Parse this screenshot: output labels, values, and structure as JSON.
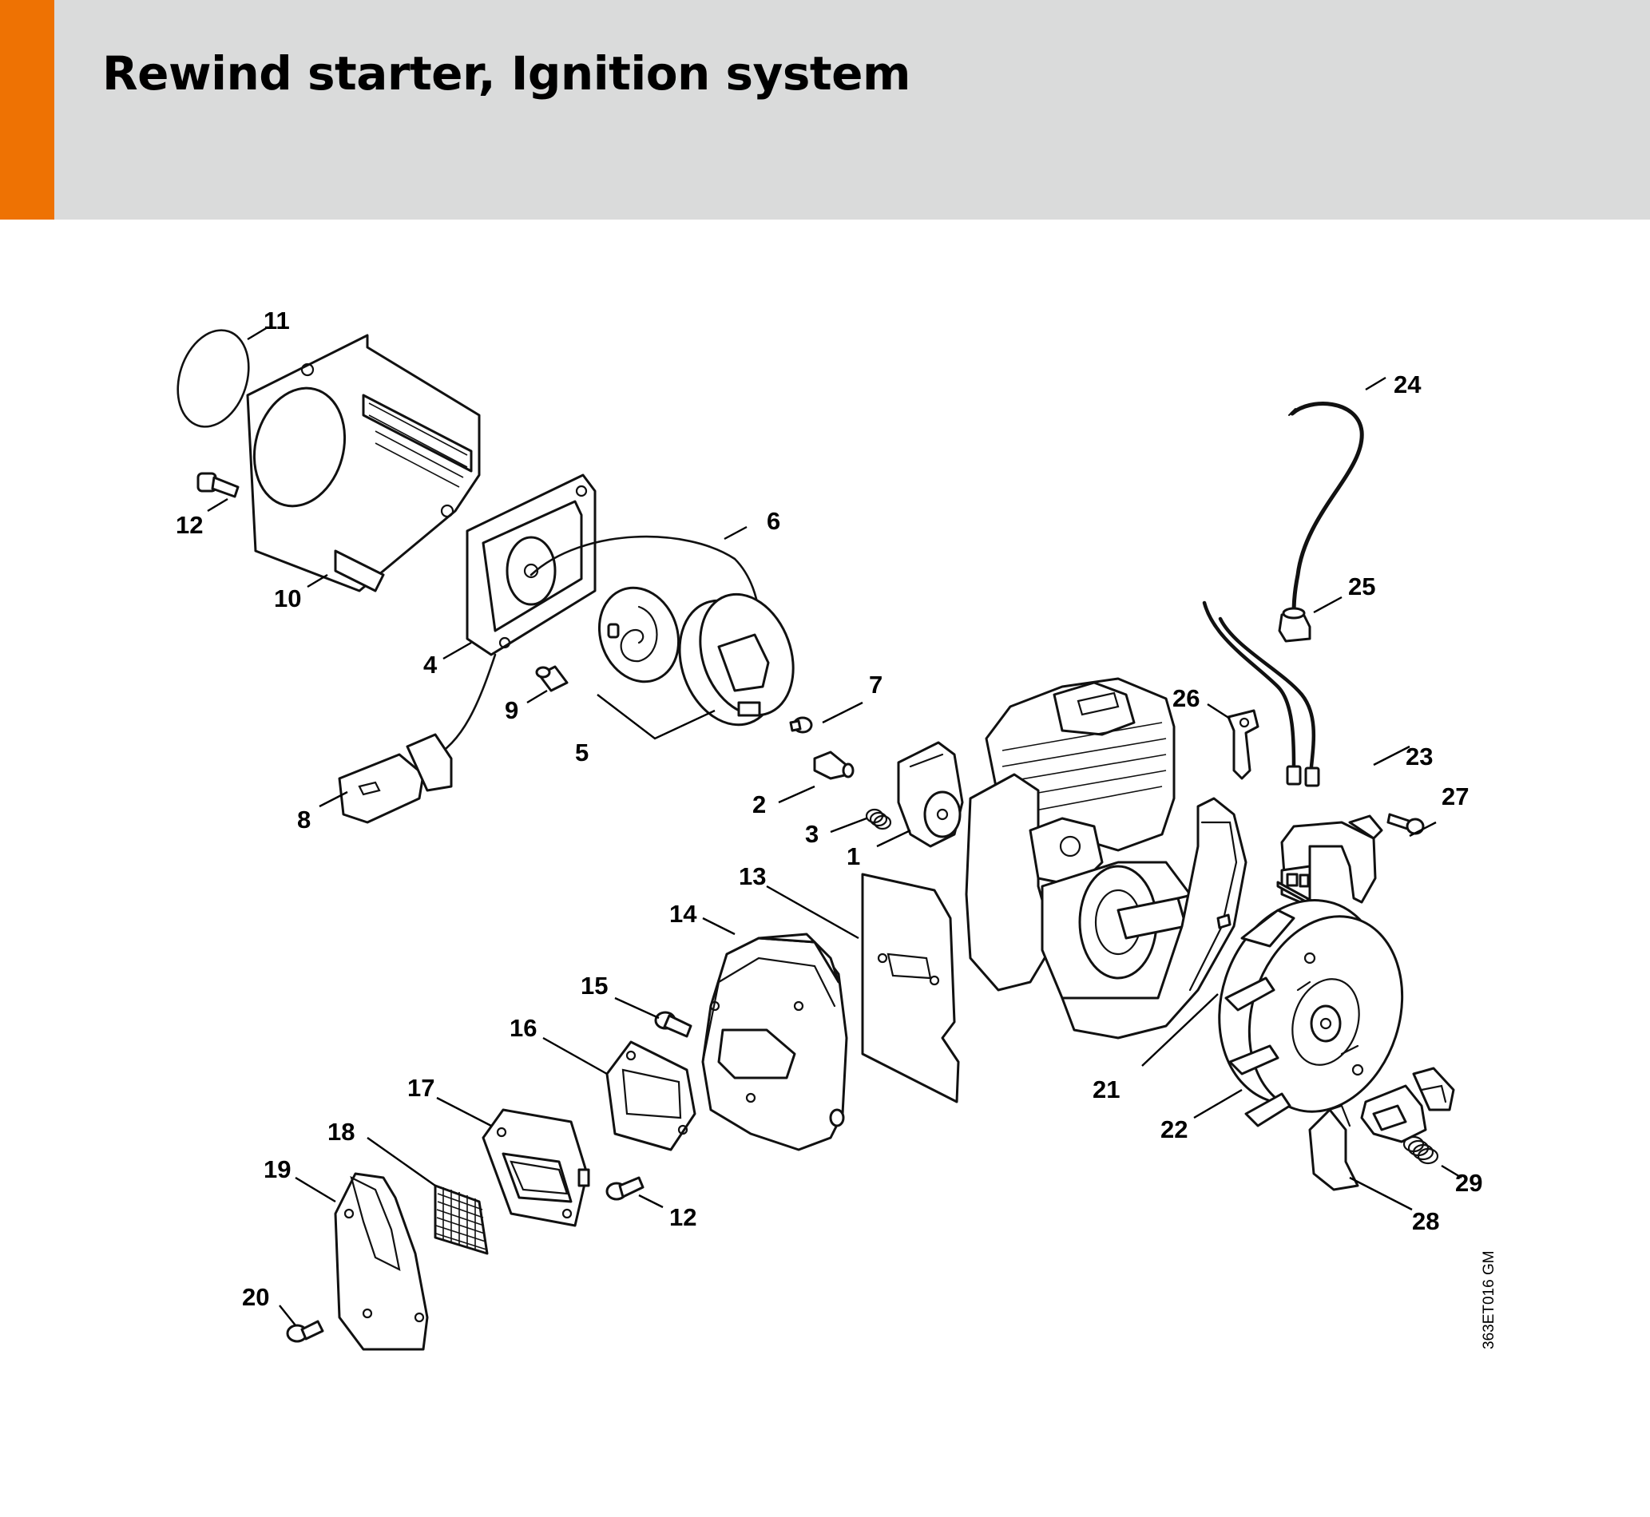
{
  "page": {
    "title": "Rewind starter, Ignition system",
    "accent_color": "#ee7203",
    "header_color": "#dadbdb",
    "drawing_code": "363ET016 GM"
  },
  "callouts": {
    "c1": "1",
    "c2": "2",
    "c3": "3",
    "c4": "4",
    "c5": "5",
    "c6": "6",
    "c7": "7",
    "c8": "8",
    "c9": "9",
    "c10": "10",
    "c11": "11",
    "c12a": "12",
    "c12b": "12",
    "c13": "13",
    "c14": "14",
    "c15": "15",
    "c16": "16",
    "c17": "17",
    "c18": "18",
    "c19": "19",
    "c20": "20",
    "c21": "21",
    "c22": "22",
    "c23": "23",
    "c24": "24",
    "c25": "25",
    "c26": "26",
    "c27": "27",
    "c28": "28",
    "c29": "29"
  }
}
